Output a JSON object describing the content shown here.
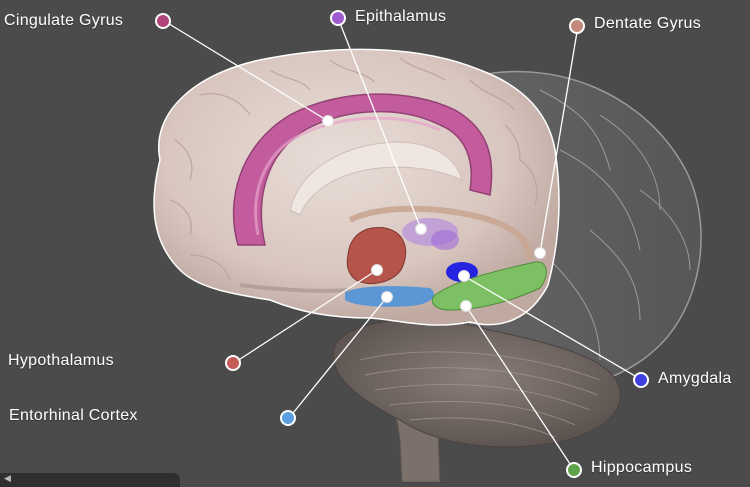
{
  "labels": {
    "cingulate_gyrus": "Cingulate Gyrus",
    "epithalamus": "Epithalamus",
    "dentate_gyrus": "Dentate Gyrus",
    "hypothalamus": "Hypothalamus",
    "entorhinal_cortex": "Entorhinal Cortex",
    "amygdala": "Amygdala",
    "hippocampus": "Hippocampus"
  },
  "colors": {
    "background": "#4b4b4b",
    "cingulate_gyrus": "#b0457c",
    "epithalamus": "#a05ad0",
    "dentate_gyrus": "#c48a7b",
    "hypothalamus": "#c45c55",
    "entorhinal_cortex": "#5b9fe0",
    "amygdala": "#3f3fe0",
    "hippocampus": "#5fa24a"
  }
}
